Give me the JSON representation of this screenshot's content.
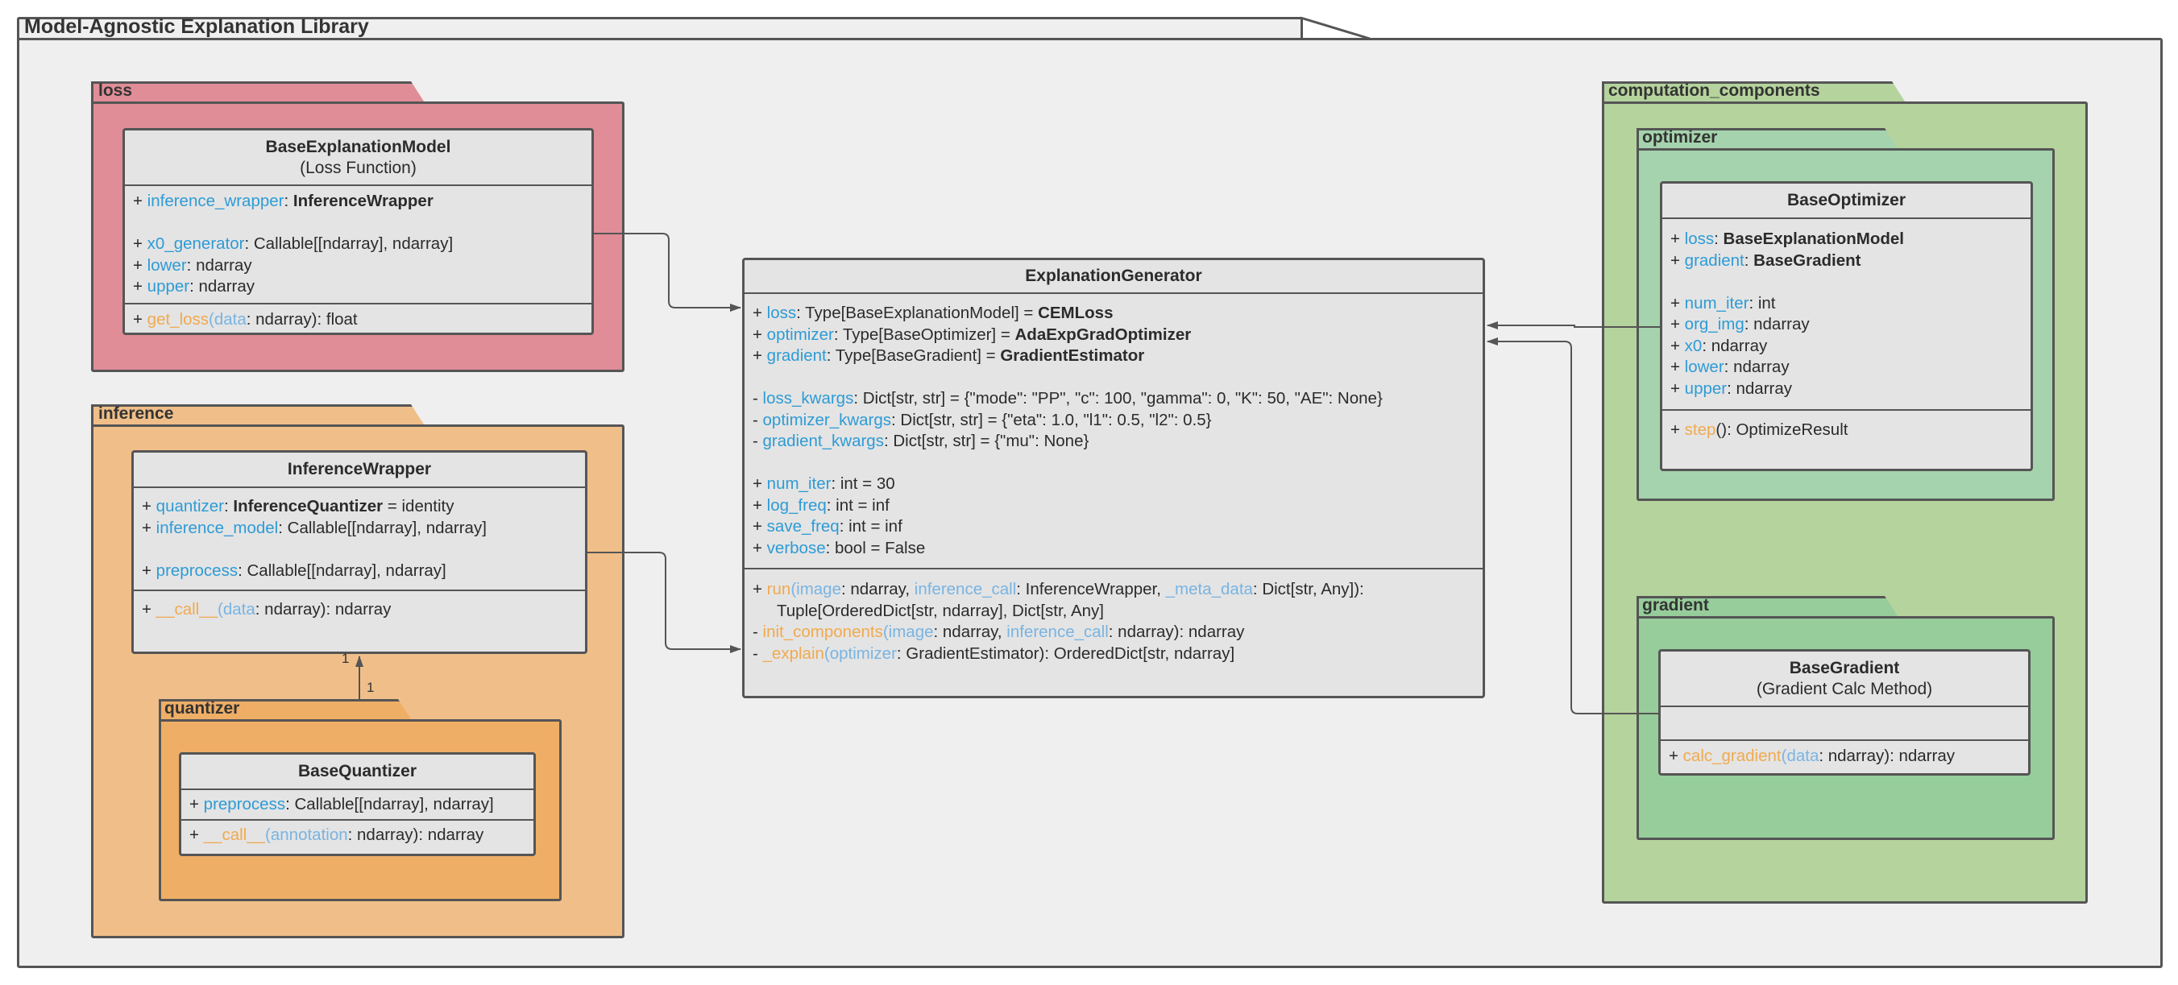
{
  "colors": {
    "outer": "#efefef",
    "loss": "#e08d97",
    "inference": "#f0bf89",
    "quantizer": "#efae66",
    "computation": "#b5d39c",
    "optimizer": "#a5d3ad",
    "gradient": "#96cd9a",
    "class_bg": "#e4e4e4",
    "attr": "#2e9bd6",
    "param": "#79b4e2",
    "method": "#f0aa50"
  },
  "diagram": {
    "title": "Model-Agnostic Explanation Library",
    "packages": {
      "loss": "loss",
      "inference": "inference",
      "quantizer": "quantizer",
      "computation": "computation_components",
      "optimizer": "optimizer",
      "gradient": "gradient"
    },
    "multiplicities": {
      "upper": "1",
      "lower": "1"
    },
    "classes": {
      "base_explanation_model": {
        "name": "BaseExplanationModel",
        "subtitle": "(Loss Function)",
        "a1": {
          "sign": "+ ",
          "name": "inference_wrapper",
          "sep": ": ",
          "type": "InferenceWrapper"
        },
        "a2": {
          "sign": "+ ",
          "name": "x0_generator",
          "rest": ": Callable[[ndarray], ndarray]"
        },
        "a3": {
          "sign": "+ ",
          "name": "lower",
          "rest": ": ndarray"
        },
        "a4": {
          "sign": "+ ",
          "name": "upper",
          "rest": ":  ndarray"
        },
        "m1": {
          "sign": "+ ",
          "name": "get_loss",
          "open": "(",
          "param": "data",
          "rest": ": ndarray): float"
        }
      },
      "inference_wrapper": {
        "name": "InferenceWrapper",
        "a1": {
          "sign": "+ ",
          "name": "quantizer",
          "sep": ": ",
          "type": "InferenceQuantizer",
          "rest": " = identity"
        },
        "a2": {
          "sign": "+ ",
          "name": "inference_model",
          "rest": ": Callable[[ndarray], ndarray]"
        },
        "a3": {
          "sign": "+ ",
          "name": "preprocess",
          "rest": ": Callable[[ndarray], ndarray]"
        },
        "m1": {
          "sign": "+ ",
          "name": "__call__",
          "open": "(",
          "param": "data",
          "rest": ": ndarray): ndarray"
        }
      },
      "base_quantizer": {
        "name": "BaseQuantizer",
        "a1": {
          "sign": "+ ",
          "name": "preprocess",
          "rest": ": Callable[[ndarray], ndarray]"
        },
        "m1": {
          "sign": "+ ",
          "name": "__call__",
          "open": "(",
          "param": "annotation",
          "rest": ": ndarray): ndarray"
        }
      },
      "explanation_generator": {
        "name": "ExplanationGenerator",
        "a1": {
          "sign": "+ ",
          "name": "loss",
          "rest": ": Type[BaseExplanationModel] = ",
          "type": "CEMLoss"
        },
        "a2": {
          "sign": "+ ",
          "name": "optimizer",
          "rest": ": Type[BaseOptimizer] = ",
          "type": "AdaExpGradOptimizer"
        },
        "a3": {
          "sign": "+ ",
          "name": "gradient",
          "rest": ": Type[BaseGradient] = ",
          "type": "GradientEstimator"
        },
        "a4": {
          "sign": "- ",
          "name": "loss_kwargs",
          "rest": ": Dict[str, str] = {\"mode\": \"PP\", \"c\": 100, \"gamma\": 0, \"K\": 50, \"AE\": None}"
        },
        "a5": {
          "sign": "- ",
          "name": "optimizer_kwargs",
          "rest": ": Dict[str, str] =  {\"eta\": 1.0, \"l1\": 0.5, \"l2\": 0.5}"
        },
        "a6": {
          "sign": "- ",
          "name": "gradient_kwargs",
          "rest": ": Dict[str, str] =  {\"mu\": None}"
        },
        "a7": {
          "sign": "+ ",
          "name": "num_iter",
          "rest": ": int = 30"
        },
        "a8": {
          "sign": "+ ",
          "name": "log_freq",
          "rest": ": int = inf"
        },
        "a9": {
          "sign": "+ ",
          "name": "save_freq",
          "rest": ": int = inf"
        },
        "a10": {
          "sign": "+ ",
          "name": "verbose",
          "rest": ": bool = False"
        },
        "m1": {
          "sign": "+ ",
          "name": "run",
          "open": "(",
          "p1": "image",
          "r1": ": ndarray, ",
          "p2": "inference_call",
          "r2": ": InferenceWrapper, ",
          "p3": "_meta_data",
          "r3": ": Dict[str, Any]):",
          "cont": "Tuple[OrderedDict[str, ndarray], Dict[str, Any]"
        },
        "m2": {
          "sign": "- ",
          "name": "init_components",
          "open": "(",
          "p1": "image",
          "r1": ": ndarray, ",
          "p2": "inference_call",
          "r2": ": ndarray):  ndarray"
        },
        "m3": {
          "sign": "- ",
          "name": "_explain",
          "open": "(",
          "p1": "optimizer",
          "r1": ": GradientEstimator):  OrderedDict[str, ndarray]"
        }
      },
      "base_optimizer": {
        "name": "BaseOptimizer",
        "a1": {
          "sign": "+ ",
          "name": "loss",
          "sep": ": ",
          "type": "BaseExplanationModel"
        },
        "a2": {
          "sign": "+ ",
          "name": "gradient",
          "sep": ": ",
          "type": "BaseGradient"
        },
        "a3": {
          "sign": "+ ",
          "name": "num_iter",
          "rest": ": int"
        },
        "a4": {
          "sign": "+ ",
          "name": "org_img",
          "rest": ": ndarray"
        },
        "a5": {
          "sign": "+ ",
          "name": "x0",
          "rest": ": ndarray"
        },
        "a6": {
          "sign": "+ ",
          "name": "lower",
          "rest": ": ndarray"
        },
        "a7": {
          "sign": "+ ",
          "name": "upper",
          "rest": ": ndarray"
        },
        "m1": {
          "sign": "+ ",
          "name": "step",
          "rest": "(): OptimizeResult"
        }
      },
      "base_gradient": {
        "name": "BaseGradient",
        "subtitle": "(Gradient Calc Method)",
        "m1": {
          "sign": "+ ",
          "name": "calc_gradient",
          "open": "(",
          "param": "data",
          "rest": ": ndarray): ndarray"
        }
      }
    }
  }
}
